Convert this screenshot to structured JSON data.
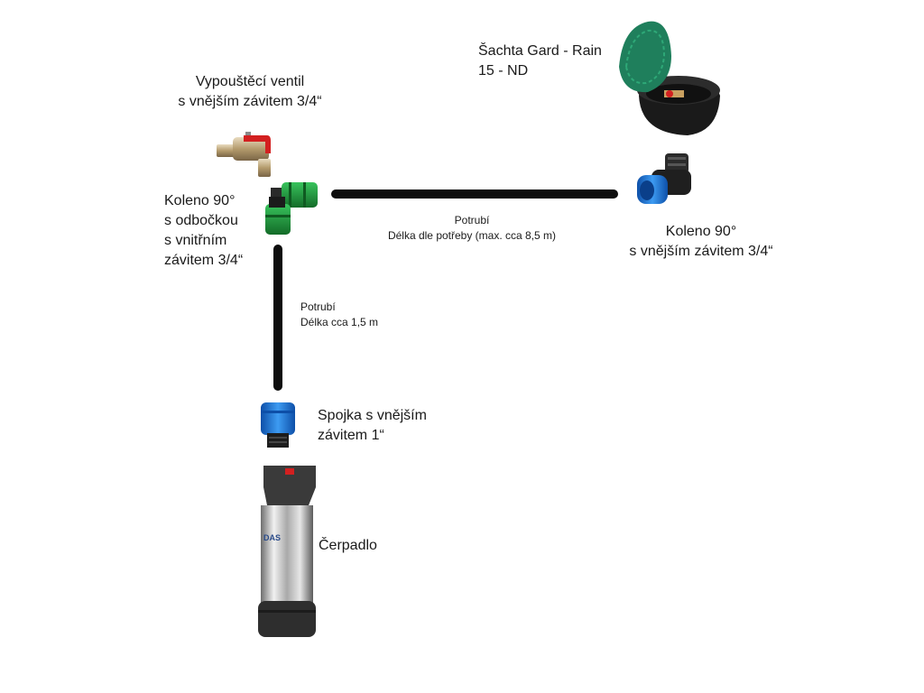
{
  "labels": {
    "valve": [
      "Vypouštěcí ventil",
      "s vnějším závitem 3/4“"
    ],
    "shaft": [
      "Šachta Gard - Rain",
      "15 - ND"
    ],
    "tee_elbow": [
      "Koleno 90°",
      "s odbočkou",
      "s vnitřním",
      "závitem 3/4“"
    ],
    "elbow_ext": [
      "Koleno 90°",
      "s vnějším závitem 3/4“"
    ],
    "pipe_horizontal": [
      "Potrubí",
      "Délka dle potřeby (max. cca 8,5 m)"
    ],
    "pipe_vertical": [
      "Potrubí",
      "Délka cca 1,5 m"
    ],
    "coupling": [
      "Spojka s vnějším",
      "závitem 1“"
    ],
    "pump": [
      "Čerpadlo"
    ]
  },
  "pump_brand_fragment": "DAS",
  "colors": {
    "pipe": "#0d0d0d",
    "fitting_green": "#1e9a3c",
    "fitting_blue": "#1a73d6",
    "shaft_lid": "#1f7f5c",
    "valve_handle": "#d32020",
    "pump_steel": "#c9c9c9"
  }
}
